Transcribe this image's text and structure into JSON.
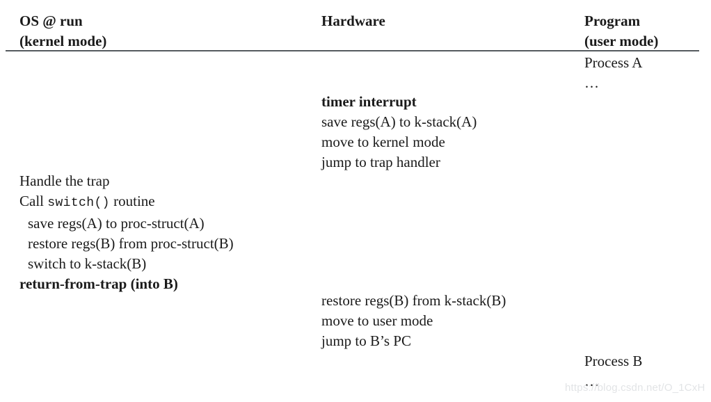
{
  "figure": {
    "columns": [
      {
        "id": "os",
        "header": "OS @ run\n(kernel mode)"
      },
      {
        "id": "hardware",
        "header": "Hardware"
      },
      {
        "id": "program",
        "header": "Program\n(user mode)"
      }
    ],
    "program": {
      "process_a": "Process A",
      "process_a_ellipsis": "…",
      "process_b": "Process B",
      "process_b_ellipsis": "…"
    },
    "hardware_top": {
      "title": "timer interrupt",
      "lines": [
        "save regs(A) to k-stack(A)",
        "move to kernel mode",
        "jump to trap handler"
      ]
    },
    "os_main": {
      "line_handle": "Handle the trap",
      "line_call_prefix": "Call ",
      "line_call_code": "switch()",
      "line_call_suffix": " routine",
      "indented": [
        "save regs(A) to proc-struct(A)",
        "restore regs(B) from proc-struct(B)",
        "switch to k-stack(B)"
      ],
      "line_return": "return-from-trap (into B)"
    },
    "hardware_bottom": {
      "lines": [
        "restore regs(B) from k-stack(B)",
        "move to user mode",
        "jump to B’s PC"
      ]
    },
    "watermark": "https://blog.csdn.net/O_1CxH",
    "colors": {
      "text": "#1a1a1a",
      "rule": "#555a5e",
      "watermark": "#e2e4e6",
      "background": "#ffffff"
    }
  }
}
